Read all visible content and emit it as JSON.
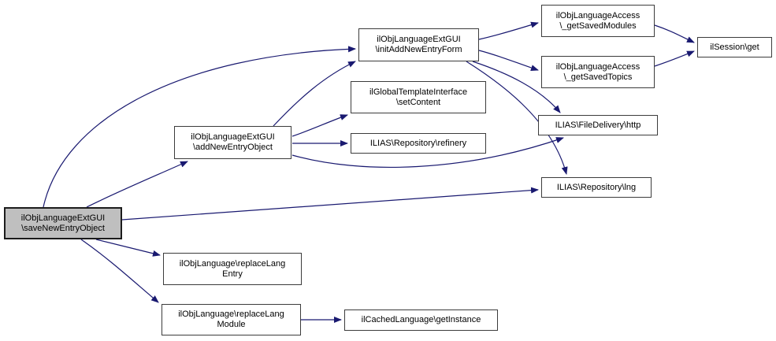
{
  "diagram": {
    "type": "call-graph",
    "colors": {
      "edge-color": "#191970",
      "node-fill": "#ffffff",
      "node-border": "#3c3c3c",
      "highlight-fill": "#bfbfbf",
      "background": "#ffffff"
    },
    "nodes": [
      {
        "id": "save-new-entry-object",
        "label": "ilObjLanguageExtGUI\\saveNewEntryObject",
        "lines": [
          "ilObjLanguageExtGUI",
          "\\saveNewEntryObject"
        ],
        "highlighted": true
      },
      {
        "id": "add-new-entry-object",
        "label": "ilObjLanguageExtGUI\\addNewEntryObject",
        "lines": [
          "ilObjLanguageExtGUI",
          "\\addNewEntryObject"
        ],
        "highlighted": false
      },
      {
        "id": "init-add-new-entry-form",
        "label": "ilObjLanguageExtGUI\\initAddNewEntryForm",
        "lines": [
          "ilObjLanguageExtGUI",
          "\\initAddNewEntryForm"
        ],
        "highlighted": false
      },
      {
        "id": "set-content",
        "label": "ilGlobalTemplateInterface\\setContent",
        "lines": [
          "ilGlobalTemplateInterface",
          "\\setContent"
        ],
        "highlighted": false
      },
      {
        "id": "repository-refinery",
        "label": "ILIAS\\Repository\\refinery",
        "lines": [
          "ILIAS\\Repository\\refinery"
        ],
        "highlighted": false
      },
      {
        "id": "get-saved-modules",
        "label": "ilObjLanguageAccess\\_getSavedModules",
        "lines": [
          "ilObjLanguageAccess",
          "\\_getSavedModules"
        ],
        "highlighted": false
      },
      {
        "id": "get-saved-topics",
        "label": "ilObjLanguageAccess\\_getSavedTopics",
        "lines": [
          "ilObjLanguageAccess",
          "\\_getSavedTopics"
        ],
        "highlighted": false
      },
      {
        "id": "session-get",
        "label": "ilSession\\get",
        "lines": [
          "ilSession\\get"
        ],
        "highlighted": false
      },
      {
        "id": "file-delivery-http",
        "label": "ILIAS\\FileDelivery\\http",
        "lines": [
          "ILIAS\\FileDelivery\\http"
        ],
        "highlighted": false
      },
      {
        "id": "repository-lng",
        "label": "ILIAS\\Repository\\lng",
        "lines": [
          "ILIAS\\Repository\\lng"
        ],
        "highlighted": false
      },
      {
        "id": "replace-lang-entry",
        "label": "ilObjLanguage\\replaceLangEntry",
        "lines": [
          "ilObjLanguage\\replaceLang",
          "Entry"
        ],
        "highlighted": false
      },
      {
        "id": "replace-lang-module",
        "label": "ilObjLanguage\\replaceLangModule",
        "lines": [
          "ilObjLanguage\\replaceLang",
          "Module"
        ],
        "highlighted": false
      },
      {
        "id": "get-instance",
        "label": "ilCachedLanguage\\getInstance",
        "lines": [
          "ilCachedLanguage\\getInstance"
        ],
        "highlighted": false
      }
    ],
    "edges": [
      {
        "from": "save-new-entry-object",
        "to": "init-add-new-entry-form"
      },
      {
        "from": "save-new-entry-object",
        "to": "add-new-entry-object"
      },
      {
        "from": "save-new-entry-object",
        "to": "repository-lng"
      },
      {
        "from": "save-new-entry-object",
        "to": "replace-lang-entry"
      },
      {
        "from": "save-new-entry-object",
        "to": "replace-lang-module"
      },
      {
        "from": "add-new-entry-object",
        "to": "init-add-new-entry-form"
      },
      {
        "from": "add-new-entry-object",
        "to": "set-content"
      },
      {
        "from": "add-new-entry-object",
        "to": "repository-refinery"
      },
      {
        "from": "add-new-entry-object",
        "to": "file-delivery-http"
      },
      {
        "from": "init-add-new-entry-form",
        "to": "get-saved-modules"
      },
      {
        "from": "init-add-new-entry-form",
        "to": "get-saved-topics"
      },
      {
        "from": "init-add-new-entry-form",
        "to": "file-delivery-http"
      },
      {
        "from": "init-add-new-entry-form",
        "to": "repository-lng"
      },
      {
        "from": "get-saved-modules",
        "to": "session-get"
      },
      {
        "from": "get-saved-topics",
        "to": "session-get"
      },
      {
        "from": "replace-lang-module",
        "to": "get-instance"
      }
    ]
  }
}
